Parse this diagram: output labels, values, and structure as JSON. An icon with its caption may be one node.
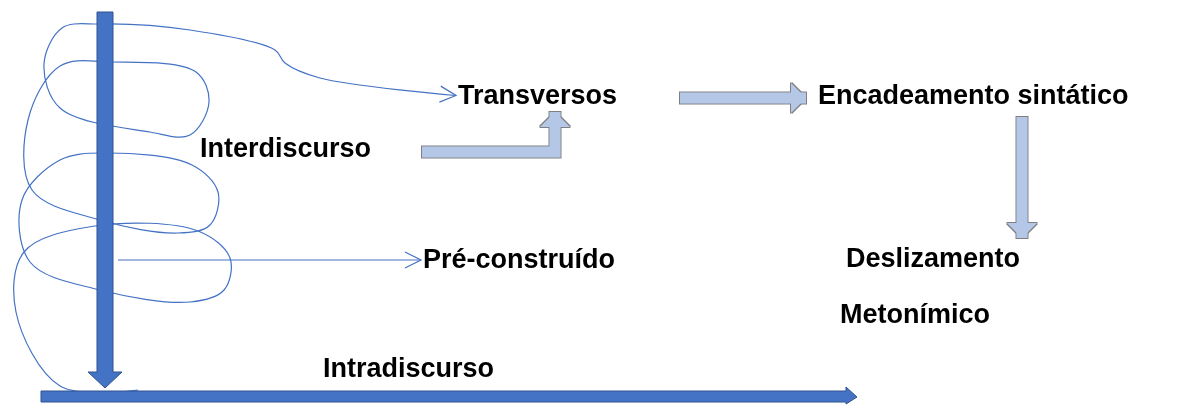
{
  "diagram": {
    "nodes": [
      {
        "text": [
          "Interdiscurso"
        ]
      },
      {
        "text": [
          "Transversos"
        ]
      },
      {
        "text": [
          "Encadeamento sintático"
        ]
      },
      {
        "text": [
          "Pré-construído"
        ]
      },
      {
        "text": [
          "Deslizamento",
          "Metonímico"
        ]
      }
    ],
    "edges": [
      {
        "from": null,
        "to": 1,
        "arrow": "to",
        "color": "#4472c4"
      },
      {
        "from": 0,
        "to": 1,
        "arrow": "to"
      },
      {
        "from": 1,
        "to": 2,
        "arrow": "to"
      },
      {
        "from": 2,
        "to": 4,
        "arrow": "to"
      },
      {
        "from": null,
        "to": 3,
        "arrow": "to",
        "color": "#4472c4"
      }
    ],
    "labels": [
      "Intradiscurso"
    ]
  }
}
